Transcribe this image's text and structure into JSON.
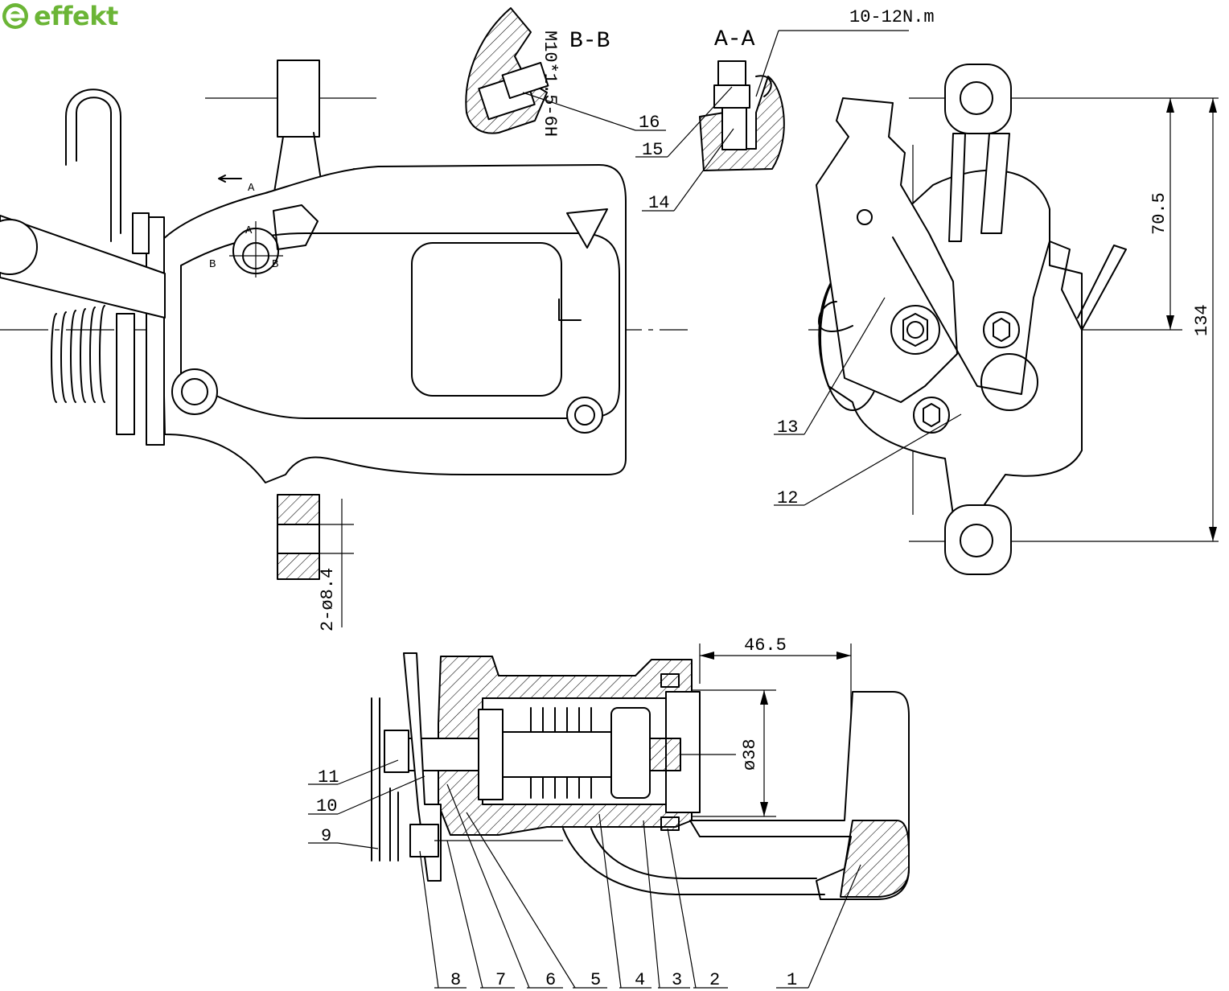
{
  "brand": {
    "name": "effekt",
    "color": "#6bb536"
  },
  "section_titles": {
    "bb": "B-B",
    "aa": "A-A"
  },
  "annotations": {
    "thread": "M10*1.5-6H",
    "torque": "10-12N.m",
    "holes": "2-ø8.4",
    "dim_70": "70.5",
    "dim_134": "134",
    "dim_46": "46.5",
    "dia_38": "ø38",
    "mark_a": "A",
    "mark_b": "B"
  },
  "part_labels": {
    "p1": "1",
    "p2": "2",
    "p3": "3",
    "p4": "4",
    "p5": "5",
    "p6": "6",
    "p7": "7",
    "p8": "8",
    "p9": "9",
    "p10": "10",
    "p11": "11",
    "p12": "12",
    "p13": "13",
    "p14": "14",
    "p15": "15",
    "p16": "16"
  }
}
